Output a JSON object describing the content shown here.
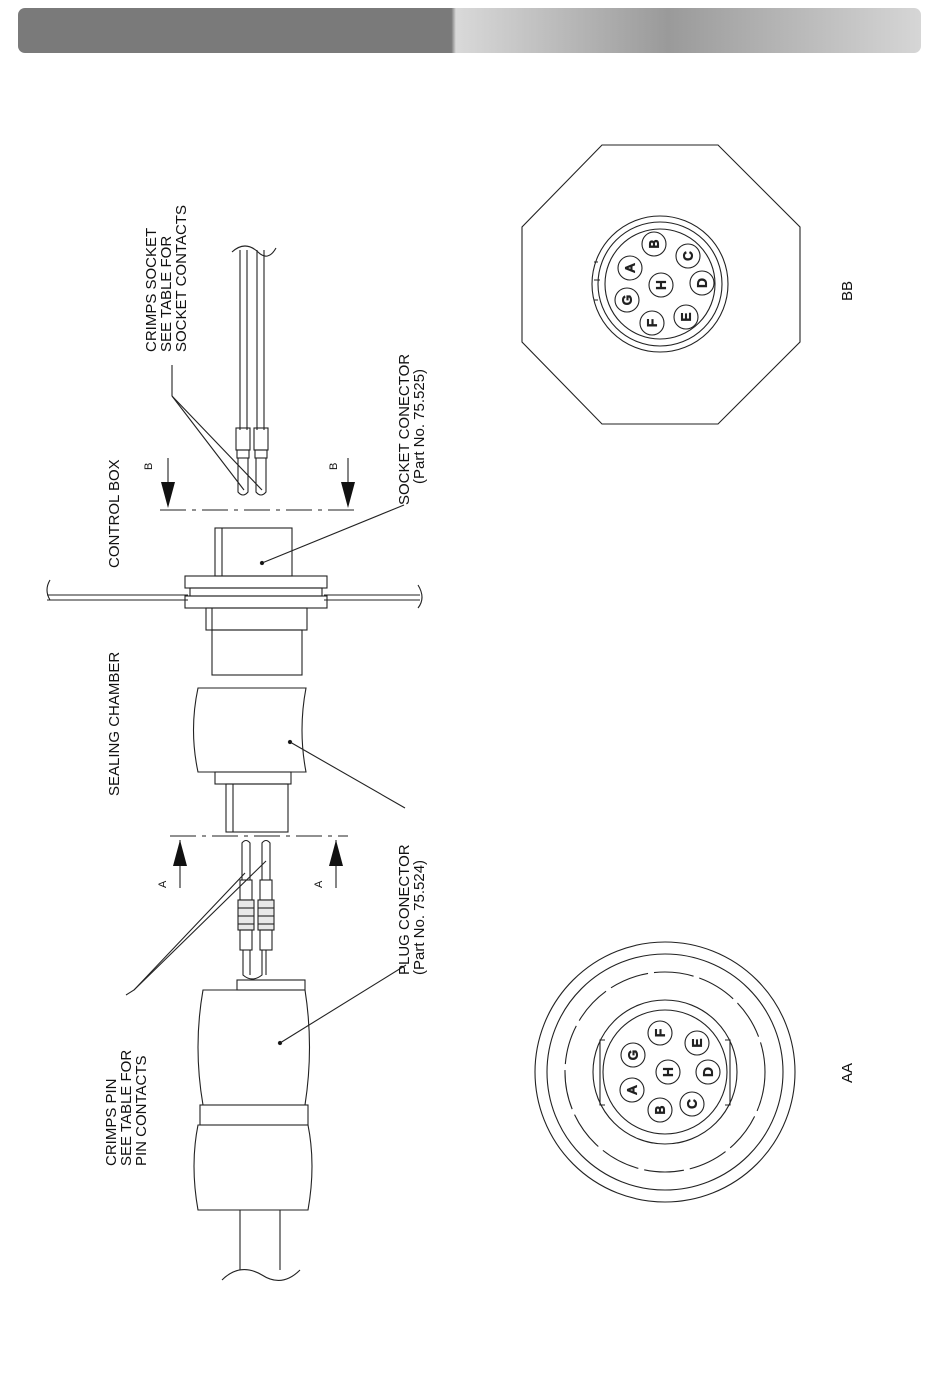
{
  "labels": {
    "crimps_socket": [
      "CRIMPS  SOCKET",
      "SEE TABLE FOR",
      "SOCKET CONTACTS"
    ],
    "control_box": "CONTROL BOX",
    "socket_connector": [
      "SOCKET CONECTOR",
      "(Part No. 75.525)"
    ],
    "sealing_chamber": "SEALING CHAMBER",
    "plug_connector": [
      "PLUG CONECTOR",
      "(Part No. 75.524)"
    ],
    "crimps_pin": [
      "CRIMPS  PIN",
      "SEE TABLE FOR",
      "PIN CONTACTS"
    ],
    "section_b": "B",
    "section_a": "A",
    "view_bb": "BB",
    "view_aa": "AA"
  },
  "pins_bb": [
    "A",
    "B",
    "C",
    "D",
    "E",
    "F",
    "G",
    "H"
  ],
  "pins_aa": [
    "A",
    "B",
    "C",
    "D",
    "E",
    "F",
    "G",
    "H"
  ]
}
